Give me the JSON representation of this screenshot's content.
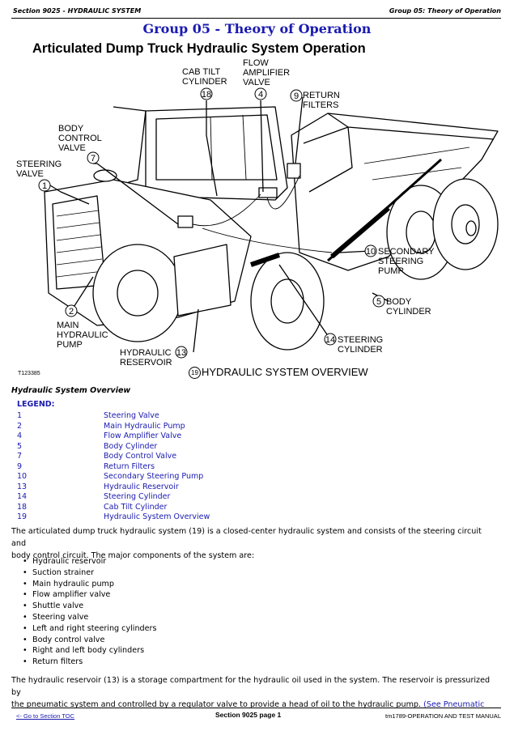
{
  "header": {
    "left": "Section 9025 - HYDRAULIC SYSTEM",
    "right": "Group 05: Theory of Operation"
  },
  "group_title": "Group 05 - Theory of Operation",
  "section_title": "Articulated Dump Truck Hydraulic System Operation",
  "figure": {
    "id": "T123385",
    "caption_num": "19",
    "caption": "HYDRAULIC SYSTEM OVERVIEW",
    "callouts": {
      "c18": {
        "num": "18",
        "l1": "CAB TILT",
        "l2": "CYLINDER",
        "l3": ""
      },
      "c4": {
        "num": "4",
        "l1": "FLOW",
        "l2": "AMPLIFIER",
        "l3": "VALVE"
      },
      "c9": {
        "num": "9",
        "l1": "RETURN",
        "l2": "FILTERS",
        "l3": ""
      },
      "c7": {
        "num": "7",
        "l1": "BODY",
        "l2": "CONTROL",
        "l3": "VALVE"
      },
      "c1": {
        "num": "1",
        "l1": "STEERING",
        "l2": "VALVE",
        "l3": ""
      },
      "c10": {
        "num": "10",
        "l1": "SECONDARY",
        "l2": "STEERING",
        "l3": "PUMP"
      },
      "c5": {
        "num": "5",
        "l1": "BODY",
        "l2": "CYLINDER",
        "l3": ""
      },
      "c2": {
        "num": "2",
        "l1": "MAIN",
        "l2": "HYDRAULIC",
        "l3": "PUMP"
      },
      "c14": {
        "num": "14",
        "l1": "STEERING",
        "l2": "CYLINDER",
        "l3": ""
      },
      "c13": {
        "num": "13",
        "l1": "HYDRAULIC",
        "l2": "RESERVOIR",
        "l3": ""
      }
    }
  },
  "subheading": "Hydraulic System Overview",
  "legend": {
    "title": "LEGEND:",
    "items": [
      {
        "num": "1",
        "label": "Steering Valve"
      },
      {
        "num": "2",
        "label": "Main Hydraulic Pump"
      },
      {
        "num": "4",
        "label": "Flow Amplifier Valve"
      },
      {
        "num": "5",
        "label": "Body Cylinder"
      },
      {
        "num": "7",
        "label": "Body Control Valve"
      },
      {
        "num": "9",
        "label": "Return Filters"
      },
      {
        "num": "10",
        "label": "Secondary Steering Pump"
      },
      {
        "num": "13",
        "label": "Hydraulic Reservoir"
      },
      {
        "num": "14",
        "label": "Steering Cylinder"
      },
      {
        "num": "18",
        "label": "Cab Tilt Cylinder"
      },
      {
        "num": "19",
        "label": "Hydraulic System Overview"
      }
    ]
  },
  "para1": {
    "line1": "The articulated dump truck hydraulic system (19) is a closed-center hydraulic system and consists of the steering circuit and",
    "line2": "body control circuit. The major components of the system are:"
  },
  "components": [
    "Hydraulic reservoir",
    "Suction strainer",
    "Main hydraulic pump",
    "Flow amplifier valve",
    "Shuttle valve",
    "Steering valve",
    "Left and right steering cylinders",
    "Body control valve",
    "Right and left body cylinders",
    "Return filters"
  ],
  "para2": {
    "line1": "The hydraulic reservoir (13) is a storage compartment for the hydraulic oil used in the system. The reservoir is pressurized by",
    "line2": "the pneumatic system and controlled by a regulator valve to provide a head of oil to the hydraulic pump.",
    "link": "(See Pneumatic"
  },
  "footer": {
    "left": "<- Go to Section TOC",
    "center": "Section 9025 page 1",
    "right": "tm1789-OPERATION AND TEST MANUAL"
  }
}
